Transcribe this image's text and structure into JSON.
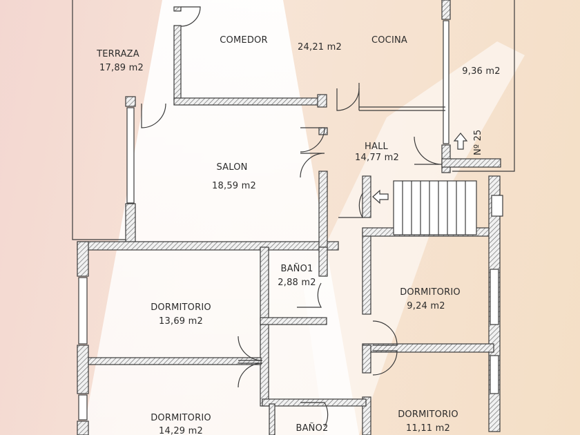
{
  "colors": {
    "wall": "#3a3a3a",
    "hatch": "#7a7a7a",
    "beam": "#ffffff"
  },
  "rooms": [
    {
      "id": "terraza",
      "name": "TERRAZA",
      "area": "17,89 m2"
    },
    {
      "id": "comedor",
      "name": "COMEDOR",
      "area": ""
    },
    {
      "id": "comedor-area",
      "name": "",
      "area": "24,21 m2"
    },
    {
      "id": "cocina",
      "name": "COCINA",
      "area": "9,36 m2"
    },
    {
      "id": "hall",
      "name": "HALL",
      "area": "14,77 m2"
    },
    {
      "id": "salon",
      "name": "SALON",
      "area": "18,59 m2"
    },
    {
      "id": "bano1",
      "name": "BAÑO1",
      "area": "2,88 m2"
    },
    {
      "id": "dormitorio-1",
      "name": "DORMITORIO",
      "area": "13,69 m2"
    },
    {
      "id": "dormitorio-2",
      "name": "DORMITORIO",
      "area": "9,24 m2"
    },
    {
      "id": "dormitorio-3",
      "name": "DORMITORIO",
      "area": "14,29 m2"
    },
    {
      "id": "bano2",
      "name": "BAÑO2",
      "area": ""
    },
    {
      "id": "dormitorio-4",
      "name": "DORMITORIO",
      "area": "11,11 m2"
    }
  ],
  "entrance": {
    "label": "Nº 25",
    "icon": "arrow-up-icon"
  },
  "stair_arrow": {
    "icon": "arrow-left-icon"
  }
}
